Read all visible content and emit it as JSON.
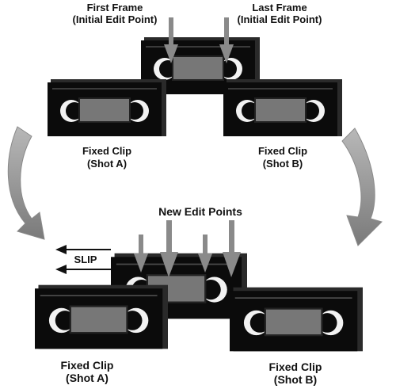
{
  "top": {
    "first_frame": {
      "line1": "First Frame",
      "line2": "(Initial Edit Point)"
    },
    "last_frame": {
      "line1": "Last Frame",
      "line2": "(Initial Edit Point)"
    },
    "left_clip": {
      "line1": "Fixed Clip",
      "line2": "(Shot A)"
    },
    "right_clip": {
      "line1": "Fixed Clip",
      "line2": "(Shot B)"
    }
  },
  "bottom": {
    "title": "New Edit Points",
    "slip_label": "SLIP",
    "left_clip": {
      "line1": "Fixed Clip",
      "line2": "(Shot A)"
    },
    "right_clip": {
      "line1": "Fixed Clip",
      "line2": "(Shot B)"
    }
  },
  "colors": {
    "cassette": "#0b0b0b",
    "cassette_edge": "#3a3a3a",
    "label_window": "#777777",
    "reel_white": "#f2f2f2",
    "arrow_gray": "#8a8a8a",
    "flow_arrow": "#9a9a9a"
  },
  "icons": [
    "vhs-cassette-icon",
    "down-arrow-icon",
    "curved-arrow-icon",
    "left-arrow-icon"
  ]
}
